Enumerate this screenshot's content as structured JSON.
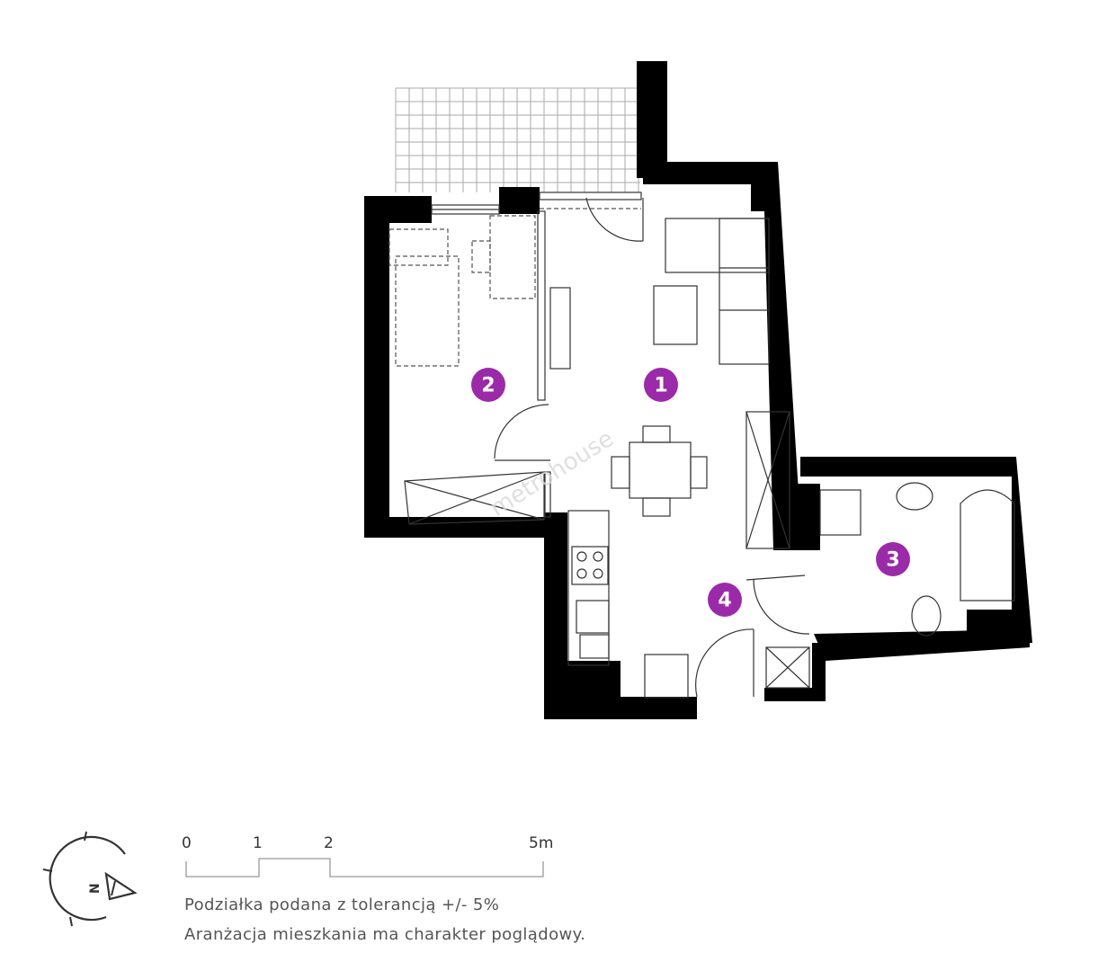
{
  "plan": {
    "watermark": "metrohouse",
    "rooms": [
      {
        "number": "1"
      },
      {
        "number": "2"
      },
      {
        "number": "3"
      },
      {
        "number": "4"
      }
    ],
    "marker_color": "#9b2aa9"
  },
  "legend": {
    "compass_letter": "N",
    "scale_ticks": [
      "0",
      "1",
      "2",
      "5m"
    ],
    "note_tolerance": "Podziałka podana z tolerancją +/- 5%",
    "note_arrangement": "Aranżacja mieszkania ma charakter poglądowy."
  }
}
